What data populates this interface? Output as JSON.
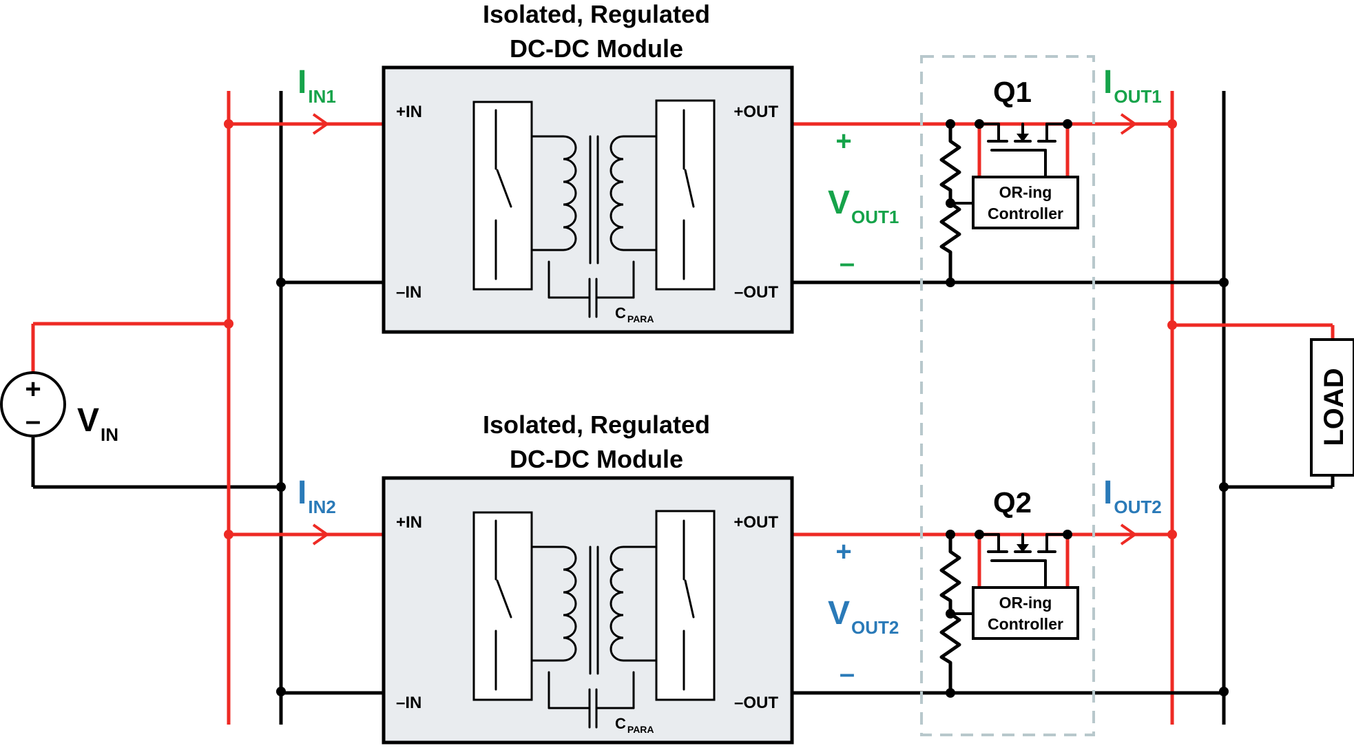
{
  "colors": {
    "wire_supply": "#ee2a24",
    "wire_return": "#000000",
    "module_fill": "#e9ecef",
    "module2_accent": "#2a7ab8",
    "module1_accent": "#16a34a",
    "dashed_box": "#b8c8cc"
  },
  "modules": [
    {
      "title_line1": "Isolated, Regulated",
      "title_line2": "DC-DC Module",
      "pin_in_pos": "+IN",
      "pin_in_neg": "–IN",
      "pin_out_pos": "+OUT",
      "pin_out_neg": "–OUT",
      "cap_label": "C",
      "cap_sub": "PARA",
      "iin_main": "I",
      "iin_sub": "IN1",
      "iout_main": "I",
      "iout_sub": "OUT1",
      "vout_main": "V",
      "vout_sub": "OUT1",
      "plus": "+",
      "minus": "–",
      "fet_label": "Q1",
      "controller_line1": "OR-ing",
      "controller_line2": "Controller"
    },
    {
      "title_line1": "Isolated, Regulated",
      "title_line2": "DC-DC Module",
      "pin_in_pos": "+IN",
      "pin_in_neg": "–IN",
      "pin_out_pos": "+OUT",
      "pin_out_neg": "–OUT",
      "cap_label": "C",
      "cap_sub": "PARA",
      "iin_main": "I",
      "iin_sub": "IN2",
      "iout_main": "I",
      "iout_sub": "OUT2",
      "vout_main": "V",
      "vout_sub": "OUT2",
      "plus": "+",
      "minus": "–",
      "fet_label": "Q2",
      "controller_line1": "OR-ing",
      "controller_line2": "Controller"
    }
  ],
  "source": {
    "plus": "+",
    "minus": "–",
    "label_main": "V",
    "label_sub": "IN"
  },
  "load": {
    "label": "LOAD"
  }
}
